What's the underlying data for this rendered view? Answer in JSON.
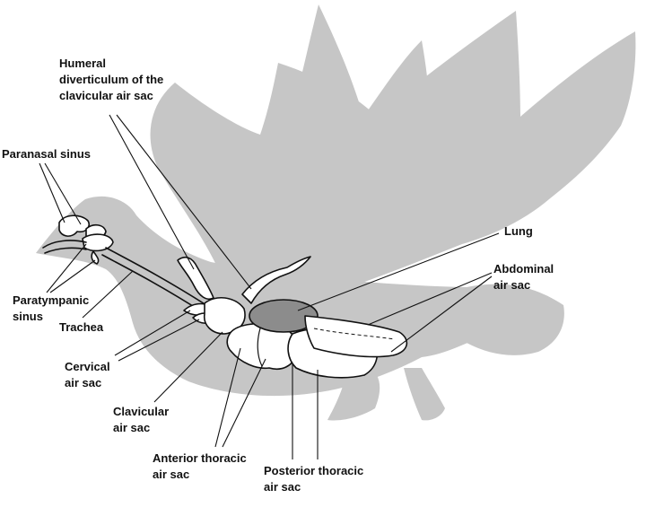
{
  "labels": {
    "humeral": [
      "Humeral",
      "diverticulum of the",
      "clavicular air sac"
    ],
    "paranasal": [
      "Paranasal sinus"
    ],
    "paratympanic": [
      "Paratympanic",
      "sinus"
    ],
    "trachea": [
      "Trachea"
    ],
    "cervical": [
      "Cervical",
      "air sac"
    ],
    "clavicular": [
      "Clavicular",
      "air sac"
    ],
    "anterior_thoracic": [
      "Anterior thoracic",
      "air sac"
    ],
    "posterior_thoracic": [
      "Posterior thoracic",
      "air sac"
    ],
    "lung": [
      "Lung"
    ],
    "abdominal": [
      "Abdominal",
      "air sac"
    ]
  },
  "colors": {
    "silhouette": "#c6c6c6",
    "lung": "#8c8c8c",
    "outline": "#111111",
    "air_sac_fill": "#ffffff"
  }
}
